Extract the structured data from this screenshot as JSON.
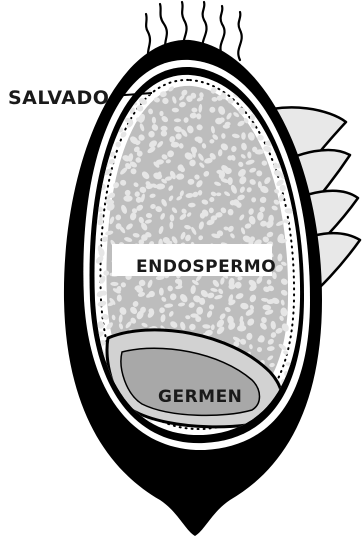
{
  "labels": {
    "bran": "SALVADO",
    "endosperm": "ENDOSPERMO",
    "germ": "GERMEN"
  },
  "colors": {
    "hull": "#000000",
    "endosperm_fill": "#bdbdbd",
    "endosperm_granule": "#e6e6e6",
    "germ_fill": "#d2d2d2",
    "germ_inner": "#a8a8a8",
    "leaf_fill": "#e8e8e8",
    "label_bar": "#ffffff",
    "text": "#1a1a1a"
  }
}
